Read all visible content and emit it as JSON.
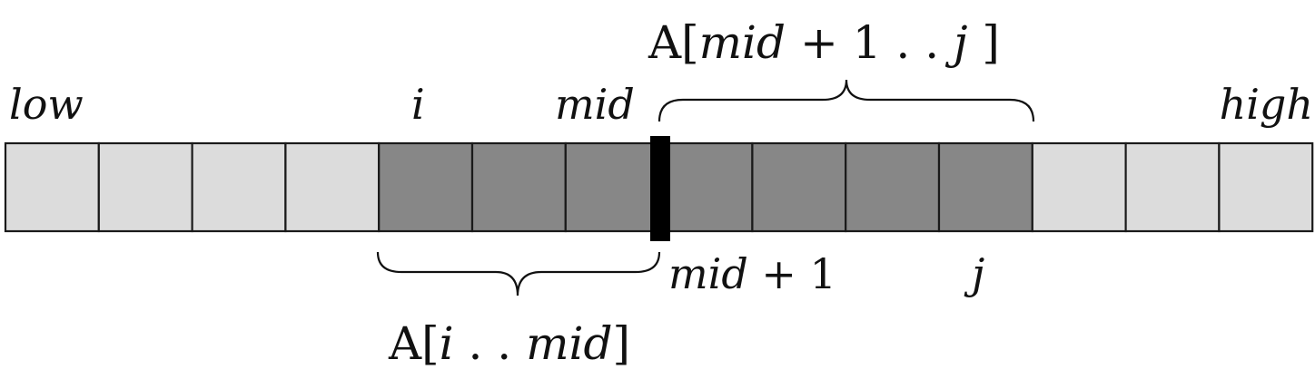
{
  "array": {
    "cell_count": 14,
    "cell_states": [
      "light",
      "light",
      "light",
      "light",
      "dark",
      "dark",
      "dark",
      "dark",
      "dark",
      "dark",
      "dark",
      "light",
      "light",
      "light"
    ],
    "split_after_index": 6
  },
  "colors": {
    "light_cell": "#dcdcdc",
    "dark_cell": "#878787",
    "border": "#1a1a1a",
    "divider": "#000000",
    "text": "#111111"
  },
  "labels": {
    "low": "low",
    "i": "i",
    "mid": "mid",
    "high": "high",
    "mid_plus_1_var": "mid",
    "mid_plus_1_rest": " + 1",
    "j": "j"
  },
  "braces": {
    "upper": {
      "prefix": "A[",
      "mid": "mid",
      "rest": " + 1 . . ",
      "j": "j",
      "suffix": " ]"
    },
    "lower": {
      "prefix": "A[",
      "i": "i",
      "dots": " . . ",
      "mid": "mid",
      "suffix": "]"
    }
  }
}
